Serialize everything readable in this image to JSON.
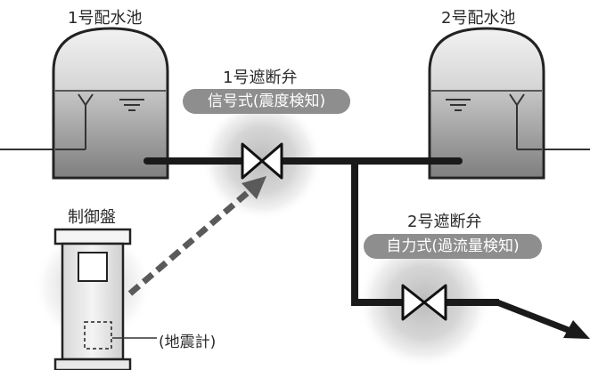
{
  "labels": {
    "reservoir_1": "1号配水池",
    "reservoir_2": "2号配水池",
    "valve_1_name": "1号遮断弁",
    "valve_1_type": "信号式(震度検知)",
    "valve_2_name": "2号遮断弁",
    "valve_2_type": "自力式(過流量検知)",
    "control_panel": "制御盤",
    "seismometer": "(地震計)"
  },
  "colors": {
    "pipe": "#1a1a1a",
    "tank_outline": "#222222",
    "tank_fill_top": "#efefef",
    "tank_fill_bottom": "#9c9c9c",
    "glow": "#9a9a9a",
    "pill_bg": "#8e8e8e",
    "signal_arrow": "#5a5a5a"
  },
  "icons": {
    "valve": "gate-valve-icon",
    "water_level": "water-level-icon",
    "signal": "dashed-arrow-icon"
  }
}
